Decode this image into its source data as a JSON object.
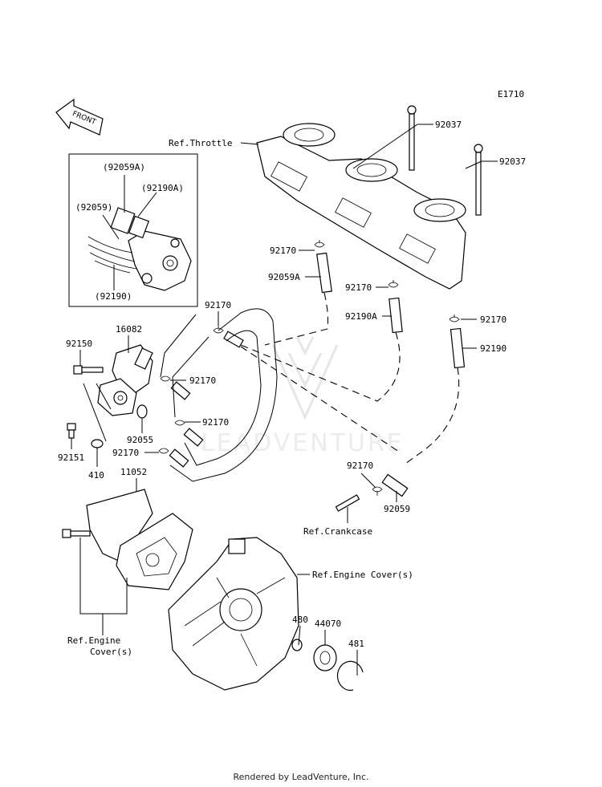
{
  "diagram_code": "E1710",
  "front_label": "FRONT",
  "watermark": "LEADVENTURE",
  "footer": "Rendered by LeadVenture, Inc.",
  "labels": {
    "ref_throttle": "Ref.Throttle",
    "p92037a": "92037",
    "p92037b": "92037",
    "inset_92059A": "(92059A)",
    "inset_92190A": "(92190A)",
    "inset_92059": "(92059)",
    "inset_92190": "(92190)",
    "p92170_1": "92170",
    "p92059A": "92059A",
    "p92170_2": "92170",
    "p92190A": "92190A",
    "p92170_3": "92170",
    "p92190": "92190",
    "p92170_4": "92170",
    "p16082": "16082",
    "p92150": "92150",
    "p92170_5": "92170",
    "p92170_6": "92170",
    "p92055": "92055",
    "p92170_7": "92170",
    "p92151": "92151",
    "p410": "410",
    "p11052": "11052",
    "p92170_8": "92170",
    "p92059": "92059",
    "ref_crankcase": "Ref.Crankcase",
    "ref_engine_cover_r": "Ref.Engine Cover(s)",
    "ref_engine_cover_l1": "Ref.Engine",
    "ref_engine_cover_l2": "Cover(s)",
    "p480": "480",
    "p44070": "44070",
    "p481": "481"
  }
}
